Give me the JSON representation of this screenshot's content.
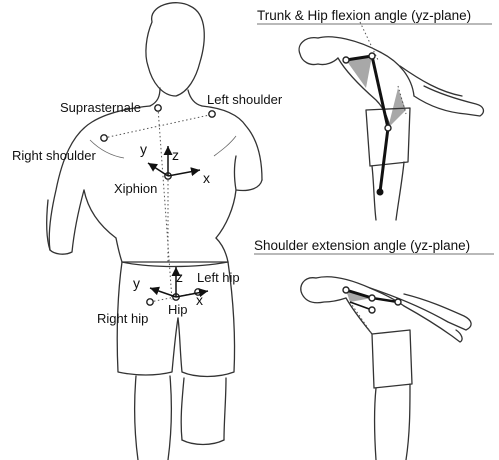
{
  "front": {
    "landmarks": {
      "suprasternale": "Suprasternale",
      "left_shoulder": "Left shoulder",
      "right_shoulder": "Right shoulder",
      "xiphion": "Xiphion",
      "left_hip": "Left hip",
      "right_hip": "Right hip",
      "hip": "Hip"
    },
    "axes": {
      "trunk": {
        "x": "x",
        "y": "y",
        "z": "z"
      },
      "hip": {
        "x": "x",
        "y": "y",
        "z": "z"
      }
    }
  },
  "side_top": {
    "title": "Trunk & Hip flexion angle (yz-plane)"
  },
  "side_bottom": {
    "title": "Shoulder extension angle (yz-plane)"
  },
  "colors": {
    "line": "#333333",
    "shade": "#a8a8a8",
    "segment": "#111111"
  }
}
